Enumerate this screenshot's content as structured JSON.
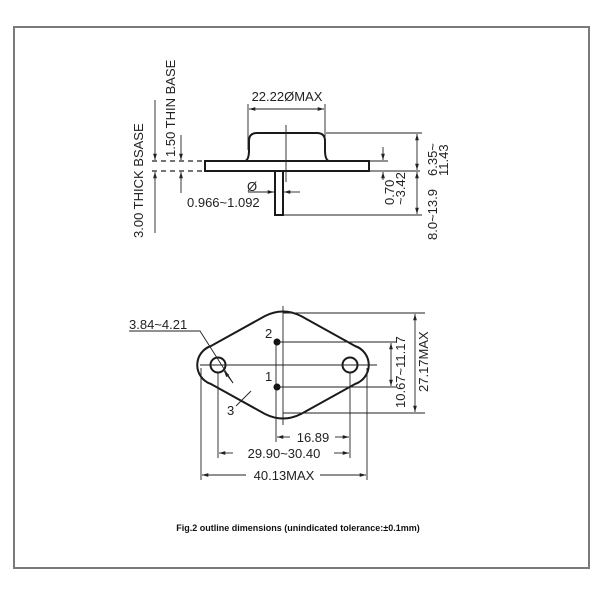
{
  "side_view": {
    "cap_diameter": "22.22ØMAX",
    "thin_base": "1.50 THIN BASE",
    "thick_base": "3.00 THICK BSASE",
    "pin_diameter_symbol": "Ø",
    "pin_diameter": "0.966~1.092",
    "flange_thickness_a": "0.70",
    "flange_thickness_b": "~3.42",
    "cap_height_a": "6.35~",
    "cap_height_b": "11.43",
    "pin_length": "8.0~13.9"
  },
  "bottom_view": {
    "hole_diameter": "3.84~4.21",
    "pin_2": "2",
    "pin_1": "1",
    "case_label": "3",
    "pin_spacing": "10.67~11.17",
    "width_max": "27.17MAX",
    "pin_offset": "16.89",
    "hole_spacing": "29.90~30.40",
    "length_max": "40.13MAX"
  },
  "caption": "Fig.2 outline dimensions (unindicated tolerance:±0.1mm)"
}
